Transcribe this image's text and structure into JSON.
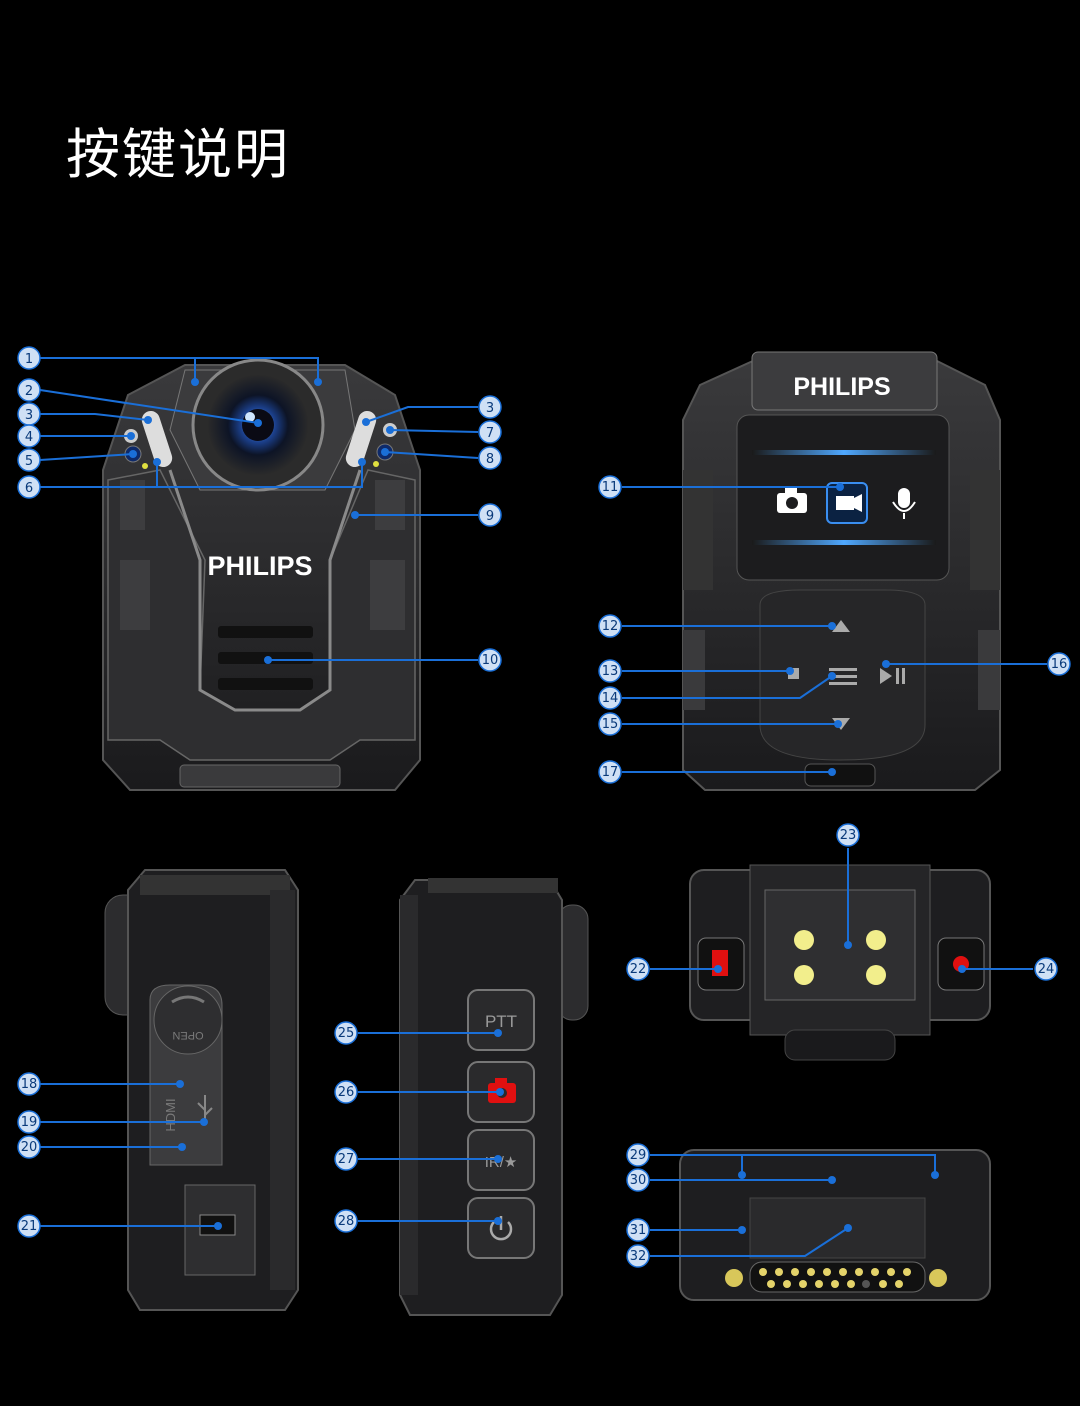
{
  "title": "按键说明",
  "brand": "PHILIPS",
  "colors": {
    "background": "#000000",
    "callout_line": "#1a6fd8",
    "callout_circle": "#cfe0f5",
    "device_body": "#2a2a2c",
    "red_accent": "#e01010"
  },
  "button_labels": {
    "ptt": "PTT",
    "ir": "IR/★",
    "hdmi": "HDMI",
    "open": "OPEN"
  },
  "screen_icons": [
    "camera-icon",
    "video-camera-icon",
    "microphone-icon"
  ],
  "callouts": [
    "1",
    "2",
    "3",
    "4",
    "5",
    "6",
    "7",
    "8",
    "9",
    "10",
    "11",
    "12",
    "13",
    "14",
    "15",
    "16",
    "17",
    "18",
    "19",
    "20",
    "21",
    "22",
    "23",
    "24",
    "25",
    "26",
    "27",
    "28",
    "29",
    "30",
    "31",
    "32"
  ]
}
